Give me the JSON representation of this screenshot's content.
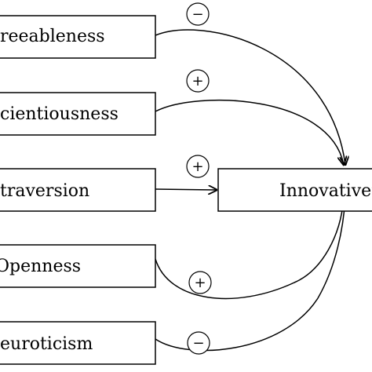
{
  "nodes": [
    {
      "id": "agreeableness",
      "label": "reeableness"
    },
    {
      "id": "conscientiousness",
      "label": "cientiousness"
    },
    {
      "id": "extraversion",
      "label": "traversion"
    },
    {
      "id": "openness",
      "label": "Openness"
    },
    {
      "id": "neuroticism",
      "label": "euroticism"
    },
    {
      "id": "innovativeness",
      "label": "Innovativen"
    }
  ],
  "edges": [
    {
      "from": "agreeableness",
      "to": "innovativeness",
      "sign": "−"
    },
    {
      "from": "conscientiousness",
      "to": "innovativeness",
      "sign": "+"
    },
    {
      "from": "extraversion",
      "to": "innovativeness",
      "sign": "+"
    },
    {
      "from": "openness",
      "to": "innovativeness",
      "sign": "+"
    },
    {
      "from": "neuroticism",
      "to": "innovativeness",
      "sign": "−"
    }
  ]
}
